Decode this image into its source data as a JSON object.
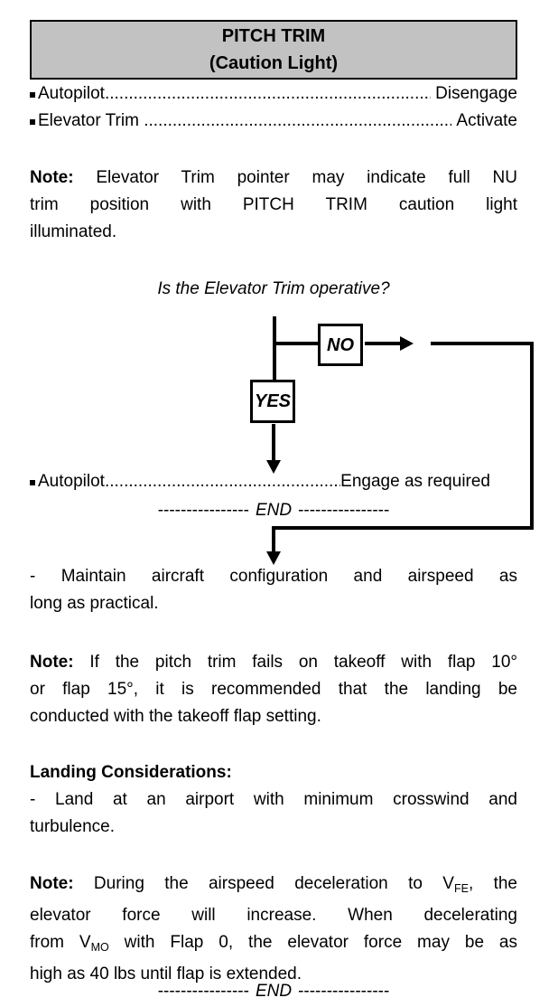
{
  "colors": {
    "page_bg": "#ffffff",
    "text": "#000000",
    "header_bg": "#c2c2c2",
    "flowchart_line": "#000000"
  },
  "header": {
    "title": "PITCH TRIM",
    "subtitle": "(Caution Light)"
  },
  "checklist": [
    {
      "label": "Autopilot",
      "dots": "..........................................................................................................",
      "value": "Disengage"
    },
    {
      "label": "Elevator Trim ",
      "dots": "..........................................................................................................",
      "value": "Activate"
    }
  ],
  "note1": {
    "bold": "Note:",
    "l1": "  Elevator Trim pointer may indicate full NU",
    "l2": "trim position with PITCH TRIM caution light",
    "l3": "illuminated."
  },
  "question": "Is the Elevator Trim operative?",
  "flowchart": {
    "no_label": "NO",
    "yes_label": "YES"
  },
  "engage": {
    "label": "Autopilot",
    "dots": "..........................................................................................................",
    "value": "Engage as required"
  },
  "end1": {
    "dashes": "----------------",
    "label": "END"
  },
  "maintain": {
    "l1": "- Maintain aircraft configuration and airspeed as",
    "l2": "long as practical."
  },
  "note2": {
    "bold": "Note:",
    "l1": " If the pitch trim fails on takeoff with flap 10°",
    "l2": "or flap 15°, it is recommended that the landing be",
    "l3": "conducted with the takeoff flap setting."
  },
  "landing": {
    "heading": "Landing Considerations:",
    "l1": "- Land at an airport with minimum crosswind and",
    "l2": "turbulence."
  },
  "note3": {
    "bold": "Note:",
    "l1a": " During the airspeed deceleration to V",
    "l1sub": "FE",
    "l1b": ", the",
    "l2": "elevator force will increase. When decelerating",
    "l3a": "from V",
    "l3sub": "MO",
    "l3b": " with Flap 0, the elevator force may be as",
    "l4": "high as 40 lbs until flap is extended."
  },
  "end2": {
    "dashes": "----------------",
    "label": "END"
  }
}
